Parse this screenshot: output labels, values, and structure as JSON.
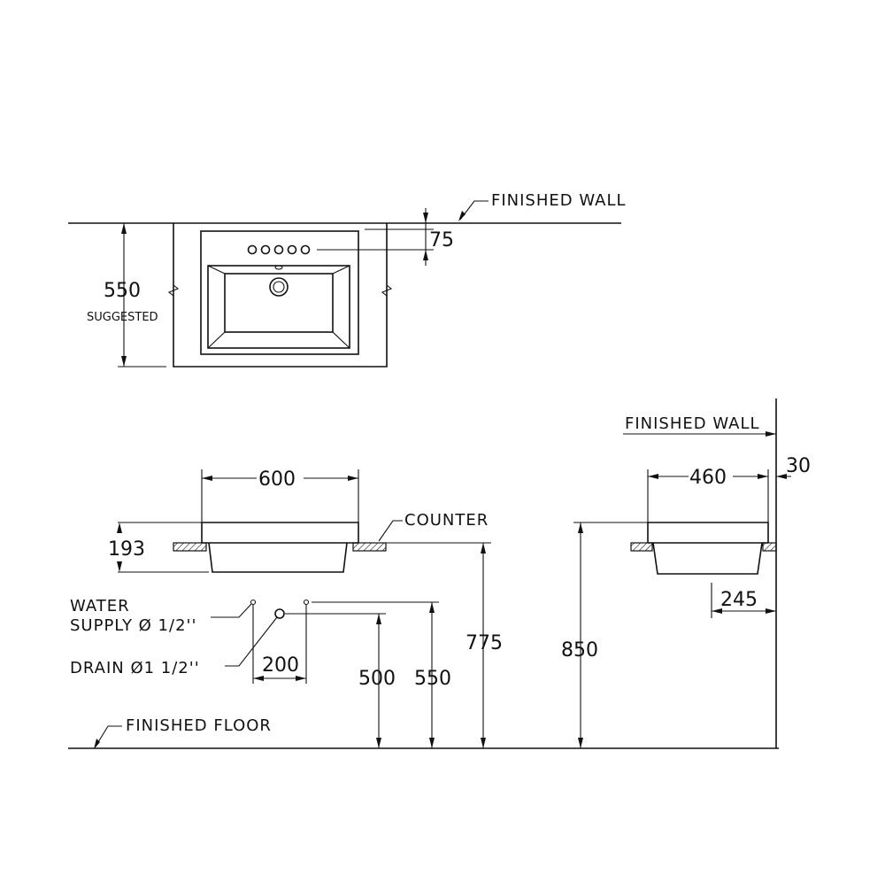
{
  "labels": {
    "finished_wall_top": "FINISHED  WALL",
    "finished_wall_side": "FINISHED  WALL",
    "counter": "COUNTER",
    "water_supply_line1": "WATER",
    "water_supply_line2": "SUPPLY Ø 1/2''",
    "drain": "DRAIN  Ø1   1/2''",
    "finished_floor": "FINISHED  FLOOR",
    "suggested": "SUGGESTED"
  },
  "dimensions": {
    "d550_plan": "550",
    "d75": "75",
    "d600": "600",
    "d193": "193",
    "d200": "200",
    "d500": "500",
    "d550_front": "550",
    "d775": "775",
    "d850": "850",
    "d460": "460",
    "d30": "30",
    "d245": "245"
  }
}
